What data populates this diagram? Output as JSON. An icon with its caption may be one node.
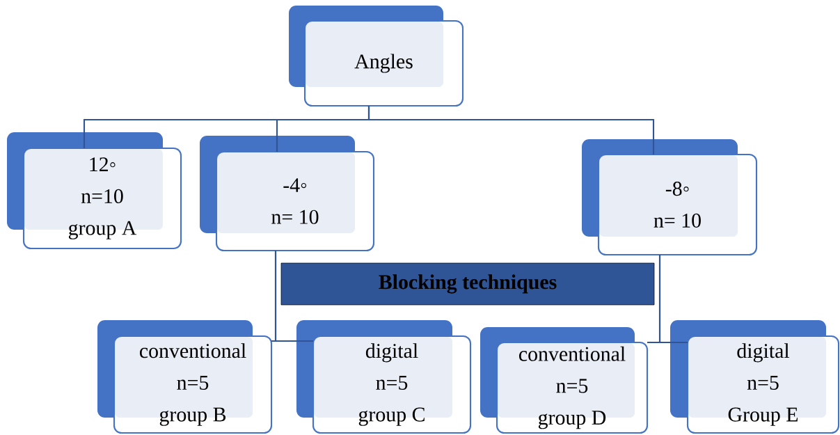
{
  "diagram": {
    "nodes": [
      {
        "text": [
          "Angles"
        ]
      },
      {
        "text": [
          "12◦",
          "n=10",
          "group A"
        ]
      },
      {
        "text": [
          "-4◦",
          "n= 10"
        ]
      },
      {
        "text": [
          "-8◦",
          "n= 10"
        ]
      },
      {
        "text": [
          "Blocking techniques"
        ]
      },
      {
        "text": [
          "conventional",
          "n=5",
          "group B"
        ]
      },
      {
        "text": [
          "digital",
          "n=5",
          "group C"
        ]
      },
      {
        "text": [
          "conventional",
          "n=5",
          "group D"
        ]
      },
      {
        "text": [
          "digital",
          "n=5",
          "Group E"
        ]
      }
    ],
    "edges": [
      {
        "from": 0,
        "to": 1,
        "arrow": "none"
      },
      {
        "from": 0,
        "to": 2,
        "arrow": "none"
      },
      {
        "from": 0,
        "to": 3,
        "arrow": "none"
      },
      {
        "from": 2,
        "to": 5,
        "arrow": "none"
      },
      {
        "from": 2,
        "to": 6,
        "arrow": "none"
      },
      {
        "from": 3,
        "to": 7,
        "arrow": "none"
      },
      {
        "from": 3,
        "to": 8,
        "arrow": "none"
      }
    ]
  }
}
